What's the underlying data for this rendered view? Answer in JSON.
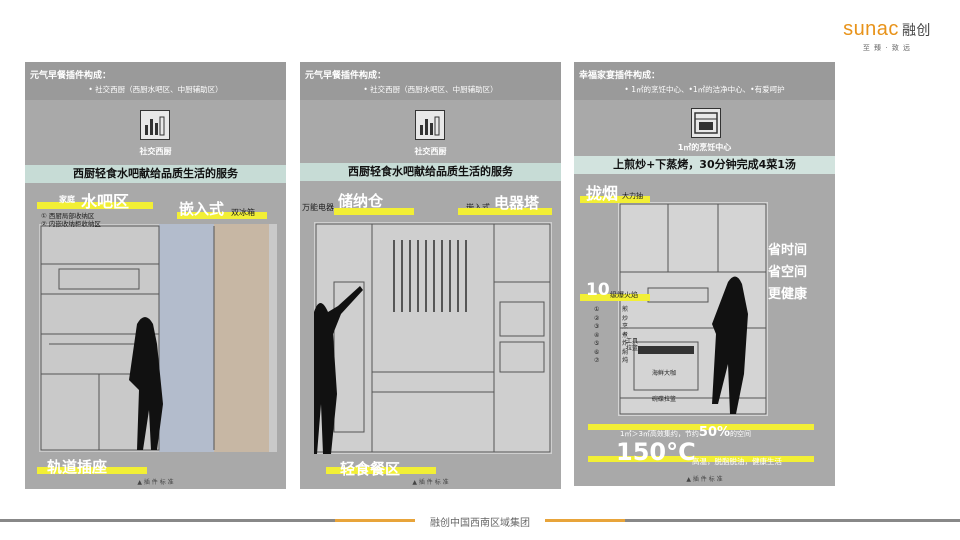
{
  "logo": {
    "brand": "sunac",
    "brand_cn": "融创",
    "tagline": "至 臻 · 致 远"
  },
  "panels": [
    {
      "title": "元气早餐插件构成：",
      "subtitle": "• 社交西厨（西厨水吧区、中厨辅助区）",
      "icon_label": "社交西厨",
      "banner": "西厨轻食水吧献给品质生活的服务",
      "callouts": {
        "a_small": "家庭",
        "a": "水吧区",
        "b": "嵌入式",
        "b_small": "双冰箱",
        "c": "轨道插座"
      },
      "notes": [
        "① 西厨局部收纳区",
        "② 内嵌收纳柜收纳区"
      ],
      "footer": "▲ 插 件 标 准"
    },
    {
      "title": "元气早餐插件构成：",
      "subtitle": "• 社交西厨（西厨水吧区、中厨辅助区）",
      "icon_label": "社交西厨",
      "banner": "西厨轻食水吧献给品质生活的服务",
      "callouts": {
        "a_small": "万能电器",
        "a": "储纳仓",
        "b_small": "嵌入式",
        "b": "电器塔",
        "c": "轻食餐区"
      },
      "footer": "▲ 插 件 标 准"
    },
    {
      "title": "幸福家宴插件构成：",
      "subtitle": "• 1㎡的烹饪中心、•1㎡的洁净中心、•有爱呵护",
      "icon_label": "1㎡的烹饪中心",
      "banner": "上煎炒+下蒸烤，30分钟完成4菜1汤",
      "callouts": {
        "a": "拢烟",
        "a_small": "大力抽",
        "num": "10",
        "num_small": "级爆火焰",
        "side1": "省时间",
        "side2": "省空间",
        "side3": "更健康"
      },
      "labels": {
        "tools": "工具拉篮",
        "oven": "海鲜大咖",
        "dish": "碗碟拉篮"
      },
      "vertical": [
        "①",
        "②",
        "③",
        "④",
        "⑤",
        "⑥",
        "⑦"
      ],
      "vertical_text": [
        "煎",
        "炒",
        "烹",
        "煮",
        "炸",
        "焖",
        "炖"
      ],
      "stat1_pre": "1㎡＞3㎡高效集约，节约",
      "stat1_num": "50%",
      "stat1_post": "的空间",
      "stat2_num": "150°C",
      "stat2_text": "高温，脱脂脱油，健康生活",
      "footer": "▲ 插 件 标 准"
    }
  ],
  "footer": {
    "text": "融创中国西南区域集团"
  }
}
